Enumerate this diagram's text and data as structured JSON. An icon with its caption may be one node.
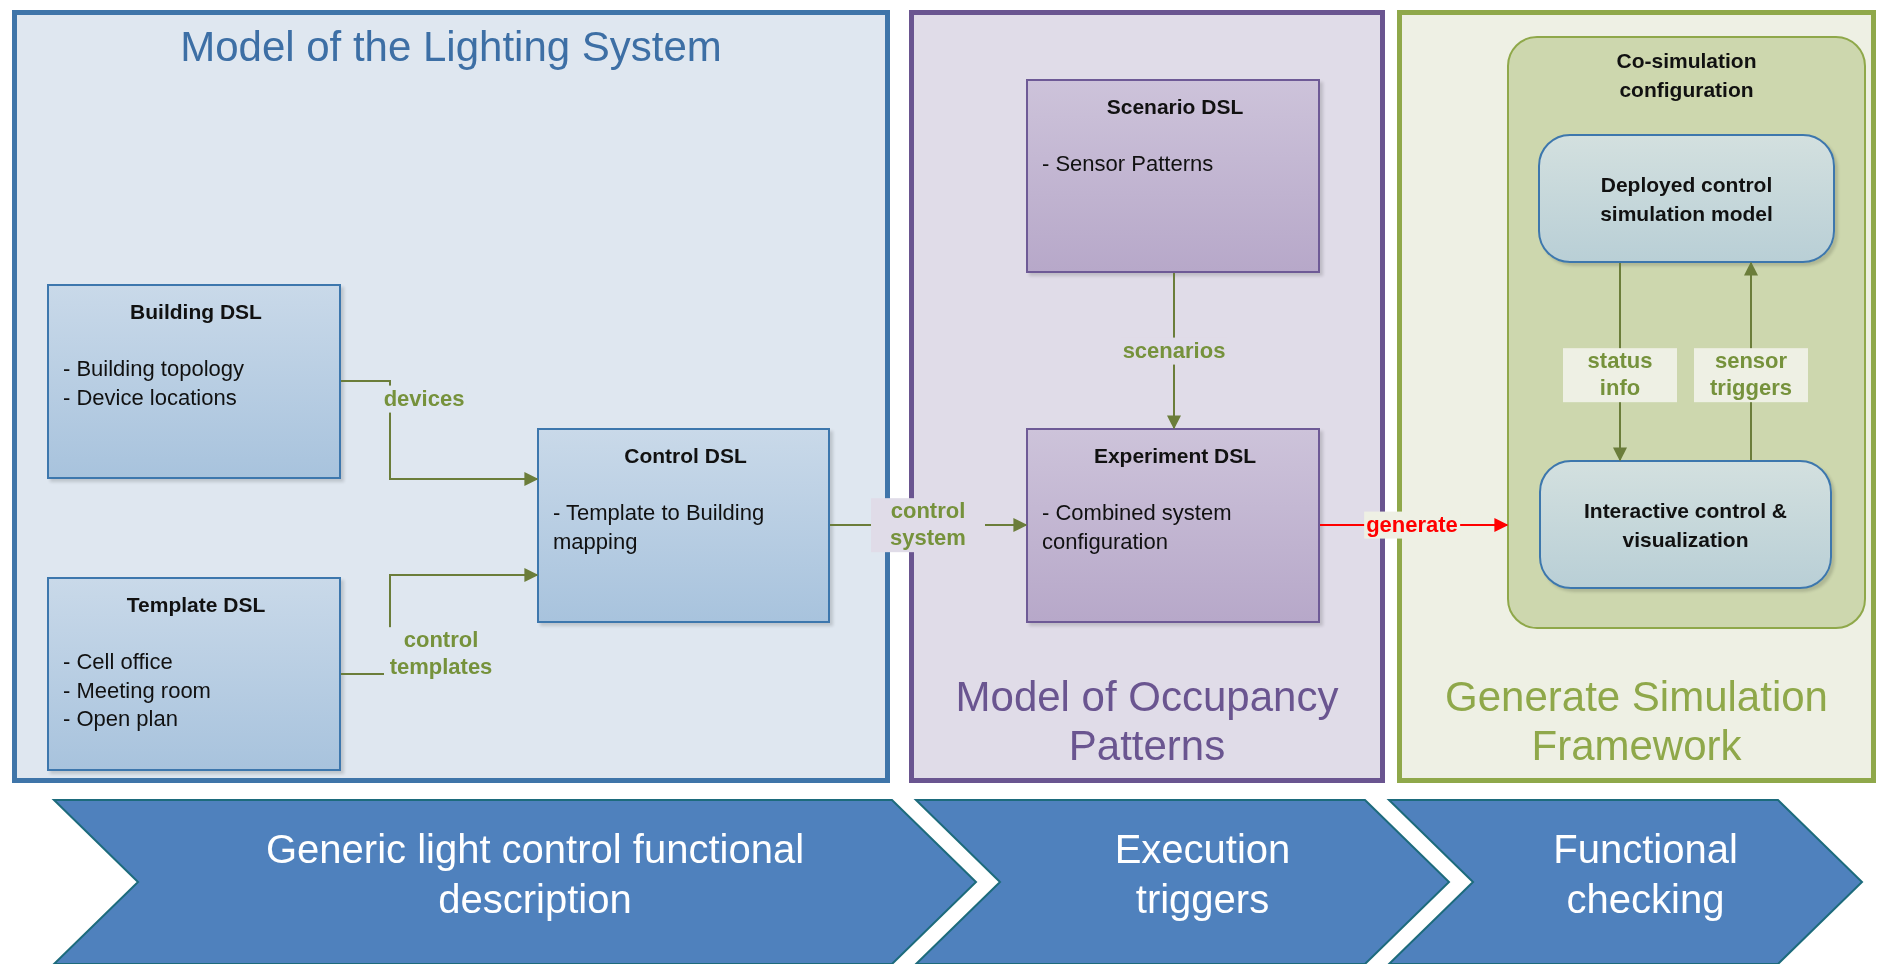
{
  "diagram": {
    "nodes": [
      {
        "text": [
          "Model of the Lighting System"
        ]
      },
      {
        "text": [
          "Building DSL",
          "- Building topology",
          "- Device locations"
        ],
        "in": 0
      },
      {
        "text": [
          "Template DSL",
          "- Cell office",
          "- Meeting room",
          "- Open plan"
        ],
        "in": 0
      },
      {
        "text": [
          "Control DSL",
          "- Template to Building mapping"
        ],
        "in": 0
      },
      {
        "text": [
          "Model of Occupancy Patterns"
        ]
      },
      {
        "text": [
          "Scenario DSL",
          "- Sensor Patterns"
        ],
        "in": 4
      },
      {
        "text": [
          "Experiment DSL",
          "- Combined system configuration"
        ],
        "in": 4
      },
      {
        "text": [
          "Generate Simulation Framework"
        ]
      },
      {
        "text": [
          "Co-simulation configuration"
        ],
        "in": 7
      },
      {
        "text": [
          "Deployed control simulation model"
        ],
        "in": 8
      },
      {
        "text": [
          "Interactive control & visualization"
        ],
        "in": 8
      },
      {
        "text": [
          "Generic light control functional description"
        ]
      },
      {
        "text": [
          "Execution triggers"
        ]
      },
      {
        "text": [
          "Functional checking"
        ]
      }
    ],
    "edges": [
      {
        "from": 1,
        "to": 3,
        "arrow": "to",
        "label": "devices"
      },
      {
        "from": 2,
        "to": 3,
        "arrow": "to",
        "label": "control templates"
      },
      {
        "from": 3,
        "to": 6,
        "arrow": "to",
        "label": "control system"
      },
      {
        "from": 5,
        "to": 6,
        "arrow": "to",
        "label": "scenarios"
      },
      {
        "from": 6,
        "to": 8,
        "arrow": "to",
        "label": "generate",
        "color": "#ff0000"
      },
      {
        "from": 9,
        "to": 10,
        "arrow": "to",
        "label": "status info"
      },
      {
        "from": 10,
        "to": 9,
        "arrow": "to",
        "label": "sensor triggers"
      }
    ]
  }
}
